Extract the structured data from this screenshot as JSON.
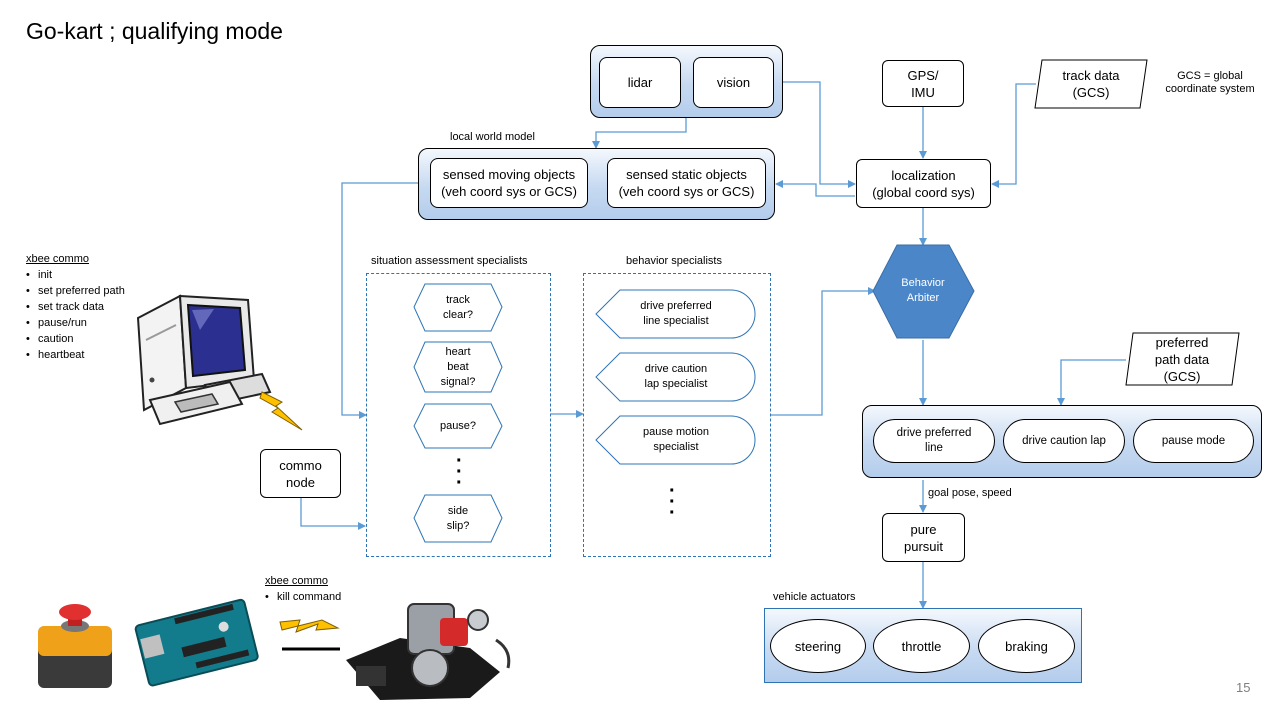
{
  "slide": {
    "title": "Go-kart ; qualifying mode",
    "number": "15"
  },
  "sensors": {
    "lidar": "lidar",
    "vision": "vision"
  },
  "gps": "GPS/\nIMU",
  "track_data": "track data\n(GCS)",
  "gcs_note": "GCS = global\ncoordinate system",
  "local_world_model": {
    "label": "local world model",
    "moving": "sensed moving objects\n(veh coord sys or GCS)",
    "static": "sensed static objects\n(veh coord sys or GCS)"
  },
  "localization": "localization\n(global coord sys)",
  "behavior_arbiter": "Behavior\nArbiter",
  "xbee_commo_1": {
    "heading": "xbee commo",
    "items": [
      "init",
      "set preferred path",
      "set track data",
      "pause/run",
      "caution",
      "heartbeat"
    ]
  },
  "comm_node": "commo\nnode",
  "situation": {
    "label": "situation assessment specialists",
    "items": [
      "track\nclear?",
      "heart\nbeat\nsignal?",
      "pause?",
      "side\nslip?"
    ]
  },
  "behavior": {
    "label": "behavior specialists",
    "items": [
      "drive preferred\nline specialist",
      "drive caution\nlap specialist",
      "pause motion\nspecialist"
    ]
  },
  "preferred_path": "preferred\npath data\n(GCS)",
  "modes": {
    "preferred_line": "drive preferred\nline",
    "caution_lap": "drive caution lap",
    "pause": "pause mode"
  },
  "goal_label": "goal pose, speed",
  "pure_pursuit": "pure\npursuit",
  "actuators": {
    "label": "vehicle actuators",
    "steering": "steering",
    "throttle": "throttle",
    "braking": "braking"
  },
  "xbee_commo_2": {
    "heading": "xbee commo",
    "items": [
      "kill command"
    ]
  },
  "colors": {
    "arrow": "#5b9bd5",
    "arbiter": "#4a86c8",
    "frame": "#2e74b5"
  },
  "icons": [
    "computer-icon",
    "lightning-icon",
    "emergency-stop-icon",
    "arduino-board-icon",
    "kart-engine-icon"
  ]
}
